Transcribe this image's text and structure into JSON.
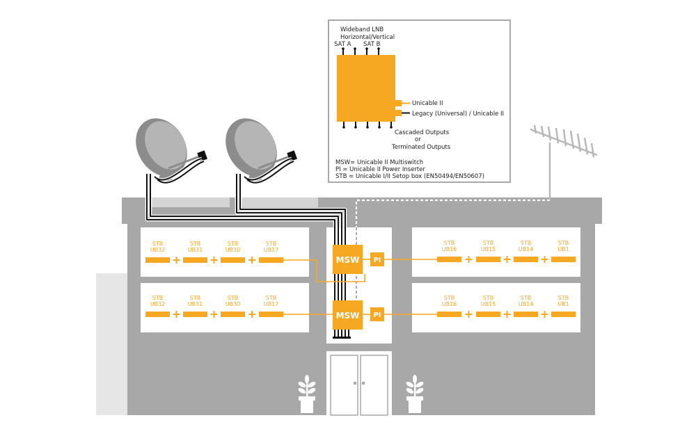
{
  "colors": {
    "building": "#a8a8a8",
    "building_light": "#e6e6e6",
    "room": "#ffffff",
    "orange": "#f7a823",
    "cable_black": "#111111",
    "dish": "#8c8c8c"
  },
  "legend": {
    "title_line1": "Wideband LNB",
    "title_line2": "Horizontal/Vertical",
    "sat_a": "SAT A",
    "sat_b": "SAT B",
    "unicable": "Unicable II",
    "legacy": "Legacy (Universal) / Unicable II",
    "cascaded_line1": "Cascaded Outputs",
    "cascaded_line2": "or",
    "cascaded_line3": "Terminated Outputs",
    "def_msw": "MSW= Unicable II Multiswitch",
    "def_pi": "PI = Unicable II Power Inserter",
    "def_stb": "STB = Unicable I/II Setop box (EN50494/EN50607)"
  },
  "devices": {
    "msw_label": "MSW",
    "pi_label": "PI"
  },
  "stb": {
    "prefix": "STB",
    "left_row": [
      "UB32",
      "UB31",
      "UB30",
      "UB17"
    ],
    "right_row": [
      "UB16",
      "UB15",
      "UB14",
      "UB1"
    ]
  }
}
